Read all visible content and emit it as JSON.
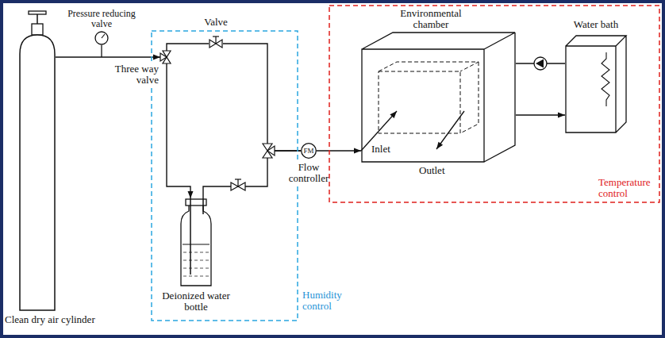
{
  "diagram": {
    "nodes": [
      {
        "text": [
          "Clean dry air cylinder"
        ]
      },
      {
        "text": [
          "Pressure reducing valve"
        ]
      },
      {
        "text": [
          "Humidity control"
        ]
      },
      {
        "text": [
          "Three way valve"
        ],
        "in": 2
      },
      {
        "text": [
          "Valve"
        ],
        "in": 2
      },
      {
        "text": [
          "Deionized water bottle"
        ],
        "in": 2
      },
      {
        "text": [
          "FM",
          "Flow controller"
        ]
      },
      {
        "text": [
          "Temperature control"
        ]
      },
      {
        "text": [
          "Environmental chamber"
        ],
        "in": 7
      },
      {
        "text": [
          "Water bath"
        ],
        "in": 7
      }
    ],
    "edges": [
      {
        "from": 0,
        "to": 3,
        "arrow": "to"
      },
      {
        "from": 3,
        "to": 4,
        "arrow": "none"
      },
      {
        "from": 3,
        "to": 5,
        "arrow": "to"
      },
      {
        "from": 4,
        "to": 6,
        "arrow": "none"
      },
      {
        "from": 5,
        "to": 6,
        "arrow": "none"
      },
      {
        "from": 6,
        "to": 8,
        "arrow": "to"
      },
      {
        "from": 9,
        "to": 8,
        "arrow": "none"
      },
      {
        "from": 8,
        "to": 9,
        "arrow": "to"
      }
    ],
    "labels": [
      "Inlet",
      "Outlet"
    ]
  }
}
